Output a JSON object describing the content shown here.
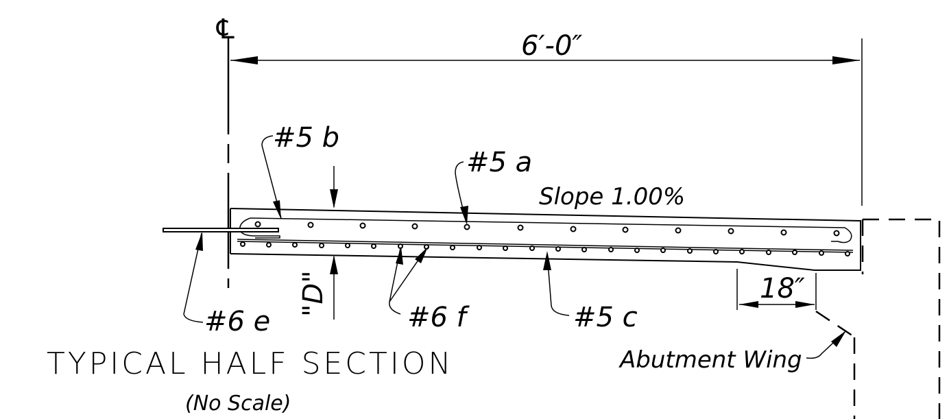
{
  "drawing": {
    "centerline_symbol": "℄",
    "width_dimension": "6′-0″",
    "slope_label": "Slope 1.00%",
    "bar_a": "#5 a",
    "bar_b": "#5 b",
    "bar_c": "#5 c",
    "bar_e": "#6 e",
    "bar_f": "#6 f",
    "depth_label": "\"D\"",
    "offset_dimension": "18″",
    "wing_label": "Abutment Wing",
    "title": "TYPICAL HALF SECTION",
    "subtitle": "(No Scale)"
  }
}
